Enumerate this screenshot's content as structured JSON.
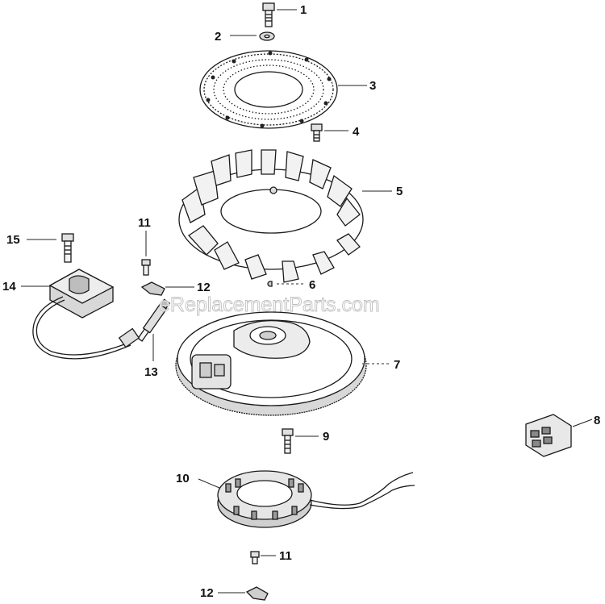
{
  "watermark": "eReplacementParts.com",
  "callouts": {
    "c1": "1",
    "c2": "2",
    "c3": "3",
    "c4": "4",
    "c5": "5",
    "c6": "6",
    "c7": "7",
    "c8": "8",
    "c9": "9",
    "c10": "10",
    "c11a": "11",
    "c11b": "11",
    "c12a": "12",
    "c12b": "12",
    "c13": "13",
    "c14": "14",
    "c15": "15"
  }
}
